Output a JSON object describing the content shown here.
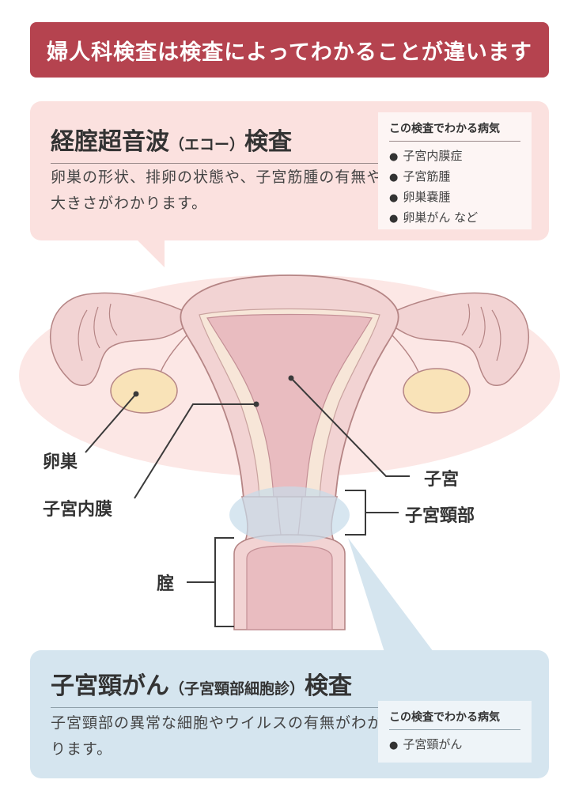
{
  "banner": {
    "title": "婦人科検査は検査によってわかることが違います"
  },
  "ultrasound": {
    "title_main": "経腟超音波",
    "title_paren": "（エコー）",
    "title_end": "検査",
    "description": "卵巣の形状、排卵の状態や、子宮筋腫の有無や大きさがわかります。",
    "box_title": "この検査でわかる病気",
    "diseases": [
      "子宮内膜症",
      "子宮筋腫",
      "卵巣嚢腫",
      "卵巣がん など"
    ]
  },
  "cervical": {
    "title_main": "子宮頸がん",
    "title_paren": "（子宮頸部細胞診）",
    "title_end": "検査",
    "description": "子宮頸部の異常な細胞やウイルスの有無がわかります。",
    "box_title": "この検査でわかる病気",
    "diseases": [
      "子宮頸がん"
    ]
  },
  "labels": {
    "ovary": "卵巣",
    "endometrium": "子宮内膜",
    "uterus": "子宮",
    "cervix": "子宮頸部",
    "vagina": "腟"
  },
  "colors": {
    "banner": "#b5434f",
    "pink_card": "#fbe1df",
    "blue_card": "#d5e5ef",
    "organ": "#f2d3d3",
    "ovary": "#f9e3b8"
  }
}
